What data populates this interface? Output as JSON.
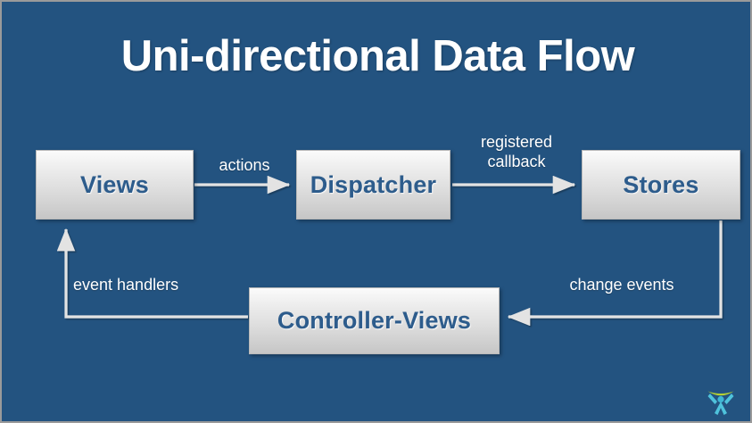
{
  "slide": {
    "title": "Uni-directional Data Flow",
    "background_color": "#235380",
    "node_text_color": "#2d5c8c",
    "label_color": "#ffffff",
    "arrow_color": "#e3e3e3"
  },
  "nodes": [
    {
      "id": "views",
      "label": "Views"
    },
    {
      "id": "dispatcher",
      "label": "Dispatcher"
    },
    {
      "id": "stores",
      "label": "Stores"
    },
    {
      "id": "controller",
      "label": "Controller-Views"
    }
  ],
  "edges": [
    {
      "id": "actions",
      "label": "actions",
      "from": "views",
      "to": "dispatcher"
    },
    {
      "id": "callback",
      "label": "registered\ncallback",
      "from": "dispatcher",
      "to": "stores"
    },
    {
      "id": "change-events",
      "label": "change events",
      "from": "stores",
      "to": "controller"
    },
    {
      "id": "event-handlers",
      "label": "event handlers",
      "from": "controller",
      "to": "views"
    }
  ],
  "logo": {
    "name": "person-arc-logo",
    "figure_color": "#4fc3dc",
    "arc_color": "#b3cf34"
  }
}
